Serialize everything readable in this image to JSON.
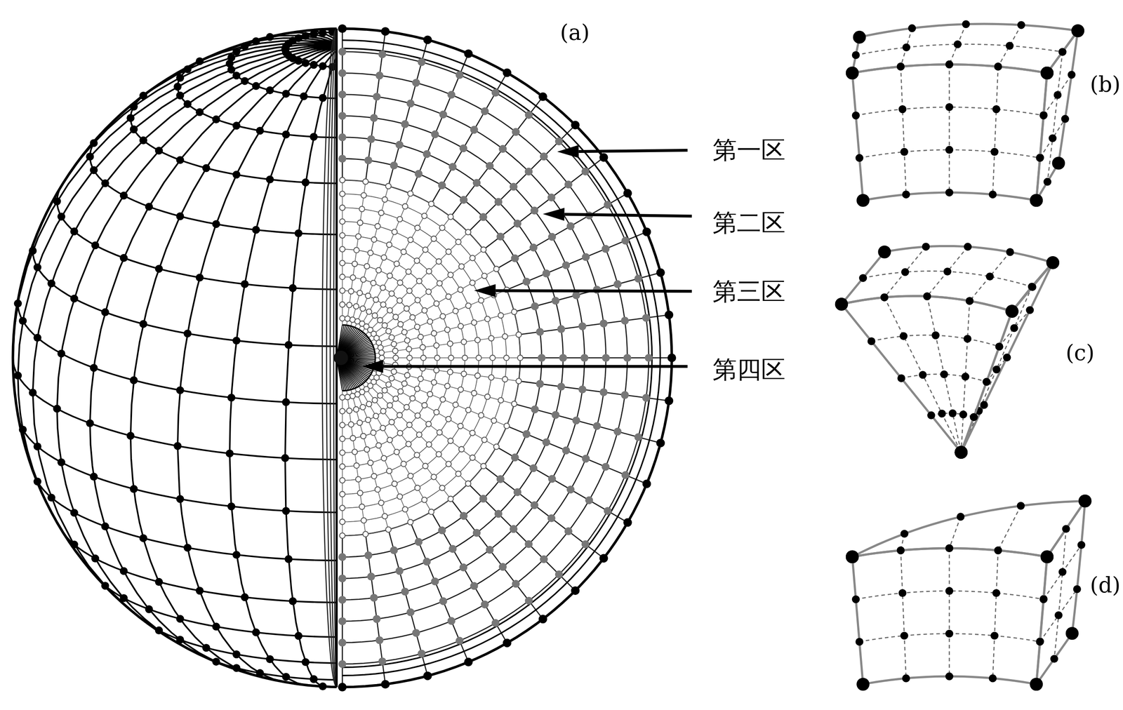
{
  "diagram": {
    "labels": [
      "(a)",
      "第一区",
      "第二区",
      "第三区",
      "第四区",
      "(b)",
      "(c)",
      "(d)"
    ]
  }
}
